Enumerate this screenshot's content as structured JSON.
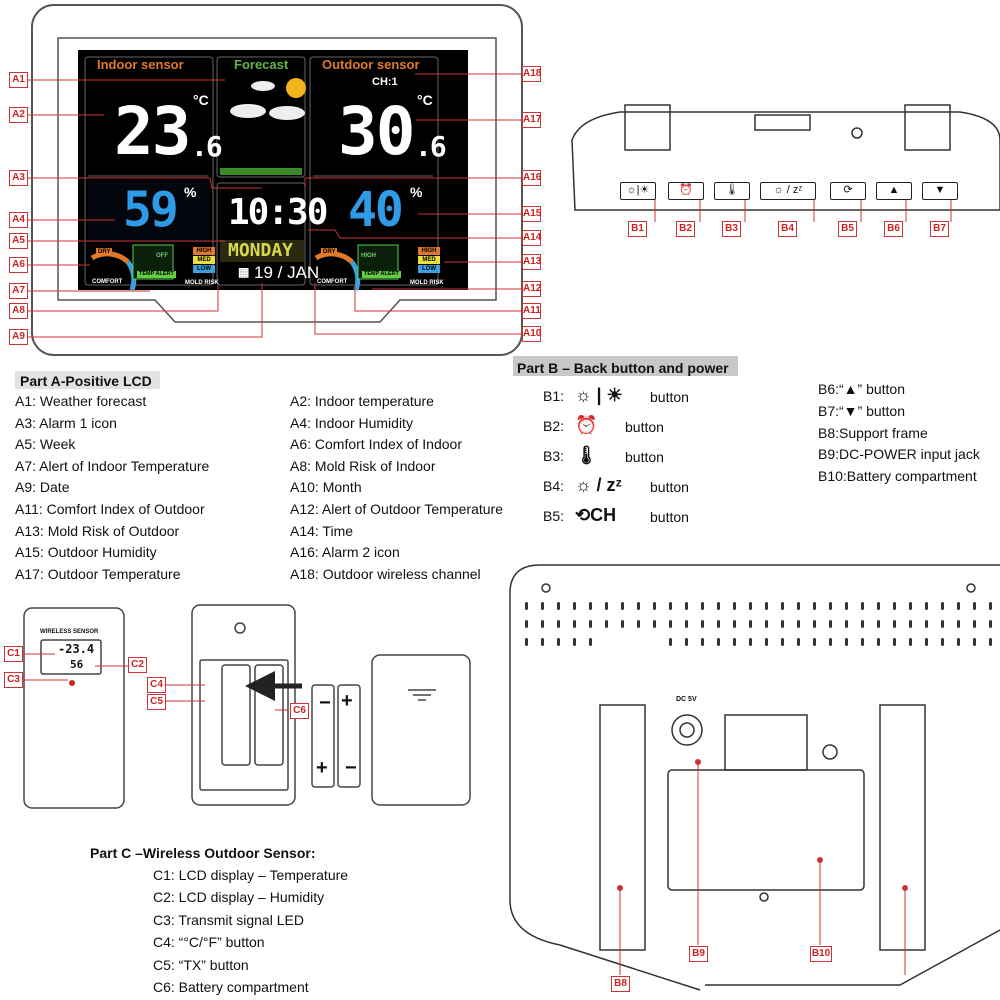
{
  "lcd": {
    "indoor_title": "Indoor sensor",
    "forecast_title": "Forecast",
    "outdoor_title": "Outdoor sensor",
    "channel": "CH:1",
    "indoor_temp": "23",
    "indoor_temp_decimal": ".6",
    "outdoor_temp": "30",
    "outdoor_temp_decimal": ".6",
    "temp_unit": "°C",
    "indoor_humidity": "59",
    "outdoor_humidity": "40",
    "humidity_unit": "%",
    "time": "10:30",
    "weekday": "MONDAY",
    "date": "19 / JAN",
    "comfort_label": "COMFORT",
    "comfort_dry": "DRY",
    "temp_alert": "TEMP ALERT",
    "alert_off": "OFF",
    "alert_high": "HIGH",
    "mold_risk": "MOLD RISK",
    "mold_levels": [
      "HIGH",
      "MED",
      "LOW"
    ]
  },
  "callouts_left": [
    "A1",
    "A2",
    "A3",
    "A4",
    "A5",
    "A6",
    "A7",
    "A8",
    "A9"
  ],
  "callouts_right": [
    "A18",
    "A17",
    "A16",
    "A15",
    "A14",
    "A13",
    "A12",
    "A11",
    "A10"
  ],
  "back_buttons": [
    {
      "label": "B1",
      "glyph": "☼|☀"
    },
    {
      "label": "B2",
      "glyph": "⏰"
    },
    {
      "label": "B3",
      "glyph": "🌡"
    },
    {
      "label": "B4",
      "glyph": "☼ / zᶻ"
    },
    {
      "label": "B5",
      "glyph": "⟳"
    },
    {
      "label": "B6",
      "glyph": "▲"
    },
    {
      "label": "B7",
      "glyph": "▼"
    }
  ],
  "back_view_callouts": [
    "B8",
    "B9",
    "B10"
  ],
  "back_view_power_label": "DC  5V",
  "part_a": {
    "title": "Part A-Positive LCD",
    "items": [
      "A1: Weather forecast",
      "A2: Indoor temperature",
      "A3: Alarm 1 icon",
      "A4: Indoor Humidity",
      "A5: Week",
      "A6: Comfort Index of Indoor",
      "A7: Alert of Indoor Temperature",
      "A8: Mold Risk of Indoor",
      "A9: Date",
      "A10: Month",
      "A11: Comfort Index of Outdoor",
      "A12: Alert of Outdoor Temperature",
      "A13: Mold Risk of Outdoor",
      "A14: Time",
      "A15: Outdoor Humidity",
      "A16: Alarm 2 icon",
      "A17: Outdoor Temperature",
      "A18: Outdoor wireless channel"
    ]
  },
  "part_b": {
    "title": "Part B – Back button and power",
    "items_left": [
      {
        "prefix": "B1:",
        "icon": "☼ | ☀",
        "suffix": "button"
      },
      {
        "prefix": "B2:",
        "icon": "⏰",
        "suffix": "button"
      },
      {
        "prefix": "B3:",
        "icon": "🌡",
        "suffix": "button"
      },
      {
        "prefix": "B4:",
        "icon": "☼ / zᶻ",
        "suffix": "button"
      },
      {
        "prefix": "B5:",
        "icon": "⟲CH",
        "suffix": "button"
      }
    ],
    "items_right": [
      "B6:“▲” button",
      "B7:“▼” button",
      "B8:Support frame",
      "B9:DC-POWER input jack",
      "B10:Battery compartment"
    ]
  },
  "part_c": {
    "title": "Part C –Wireless Outdoor Sensor:",
    "items": [
      "C1: LCD display – Temperature",
      "C2: LCD display – Humidity",
      "C3: Transmit signal LED",
      "C4: “°C/°F” button",
      "C5: “TX” button",
      "C6: Battery compartment"
    ],
    "sensor_title": "WIRELESS SENSOR",
    "sensor_temp": "-23.4",
    "sensor_hum": "56",
    "callouts": [
      "C1",
      "C2",
      "C3",
      "C4",
      "C5",
      "C6"
    ]
  },
  "colors": {
    "callout": "#cc3333",
    "lcd_bg": "#000000",
    "indoor_title": "#e07a2a",
    "forecast_title": "#5fb94a",
    "humidity": "#2f9be6",
    "weekday": "#d8d84a"
  }
}
